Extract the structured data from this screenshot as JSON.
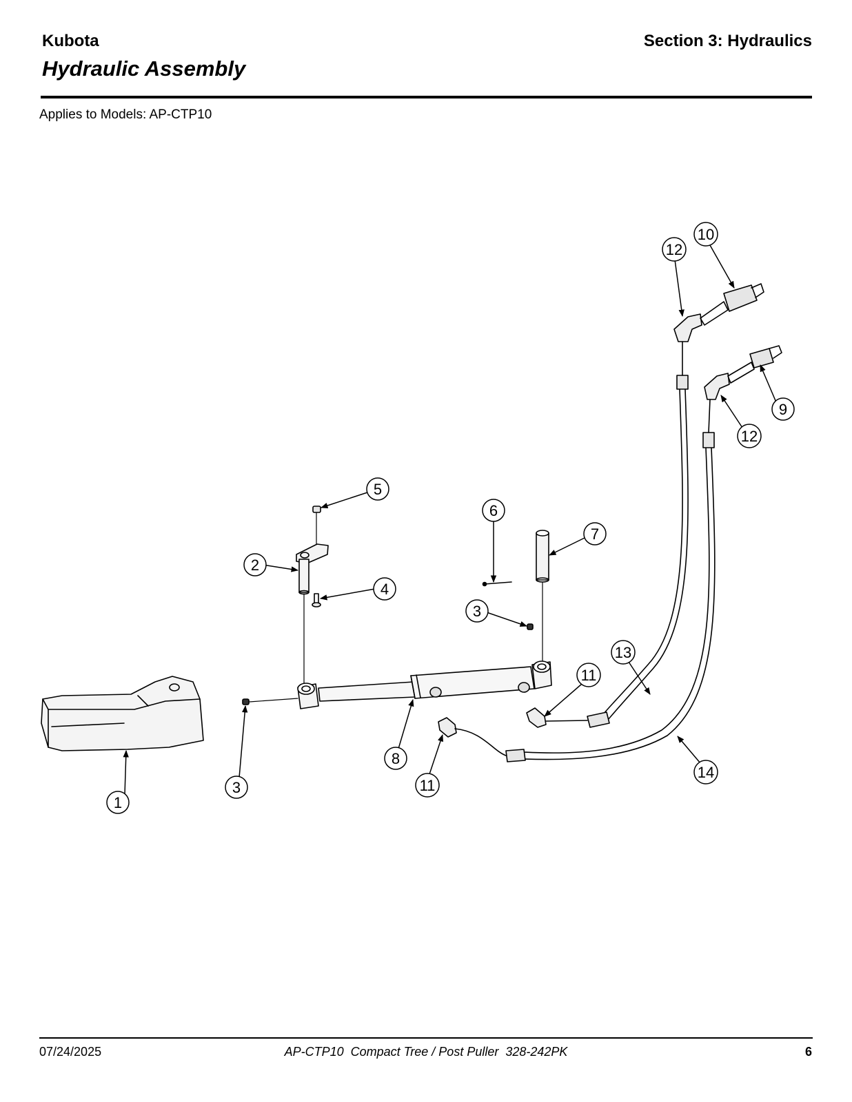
{
  "header": {
    "brand": "Kubota",
    "section": "Section 3: Hydraulics",
    "title": "Hydraulic Assembly"
  },
  "applies_to": "Applies to Models: AP-CTP10",
  "callouts": {
    "c1": "1",
    "c2": "2",
    "c3a": "3",
    "c3b": "3",
    "c4": "4",
    "c5": "5",
    "c6": "6",
    "c7": "7",
    "c8": "8",
    "c9": "9",
    "c10": "10",
    "c11a": "11",
    "c11b": "11",
    "c12a": "12",
    "c12b": "12",
    "c13": "13",
    "c14": "14"
  },
  "footer": {
    "date": "07/24/2025",
    "document": "AP-CTP10  Compact Tree / Post Puller  328-242PK",
    "page": "6"
  }
}
